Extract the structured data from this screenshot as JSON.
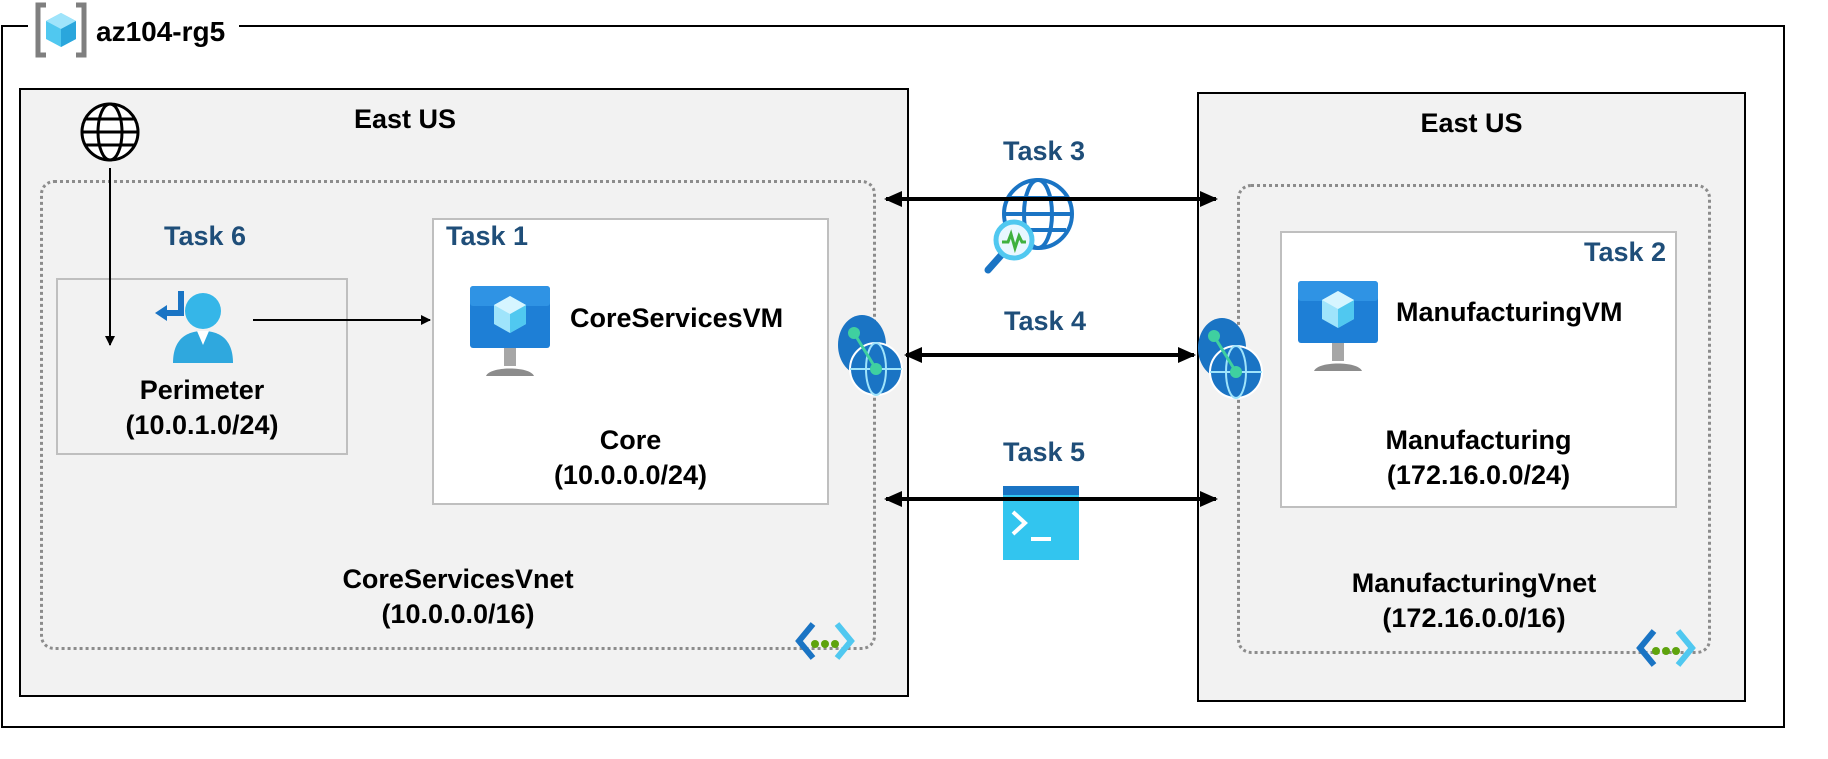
{
  "resource_group": {
    "name": "az104-rg5"
  },
  "regions": [
    {
      "title": "East US"
    },
    {
      "title": "East US"
    }
  ],
  "core_vnet": {
    "name": "CoreServicesVnet",
    "cidr": "(10.0.0.0/16)"
  },
  "manufacturing_vnet": {
    "name": "ManufacturingVnet",
    "cidr": "(172.16.0.0/16)"
  },
  "subnets": {
    "perimeter": {
      "name": "Perimeter",
      "cidr": "(10.0.1.0/24)"
    },
    "core": {
      "name": "Core",
      "cidr": "(10.0.0.0/24)"
    },
    "manufacturing": {
      "name": "Manufacturing",
      "cidr": "(172.16.0.0/24)"
    }
  },
  "vms": {
    "core": "CoreServicesVM",
    "manufacturing": "ManufacturingVM"
  },
  "tasks": {
    "t1": "Task 1",
    "t2": "Task 2",
    "t3": "Task 3",
    "t4": "Task 4",
    "t5": "Task 5",
    "t6": "Task 6"
  },
  "colors": {
    "task_text": "#1f4e79",
    "region_fill": "#f2f2f2",
    "azure_blue": "#0078d4",
    "azure_light": "#50e6ff"
  },
  "icons": [
    "resource-group-icon",
    "globe-icon",
    "route-user-icon",
    "virtual-machine-icon",
    "vnet-peering-icon",
    "network-watcher-icon",
    "cloud-shell-icon",
    "virtual-network-icon"
  ]
}
